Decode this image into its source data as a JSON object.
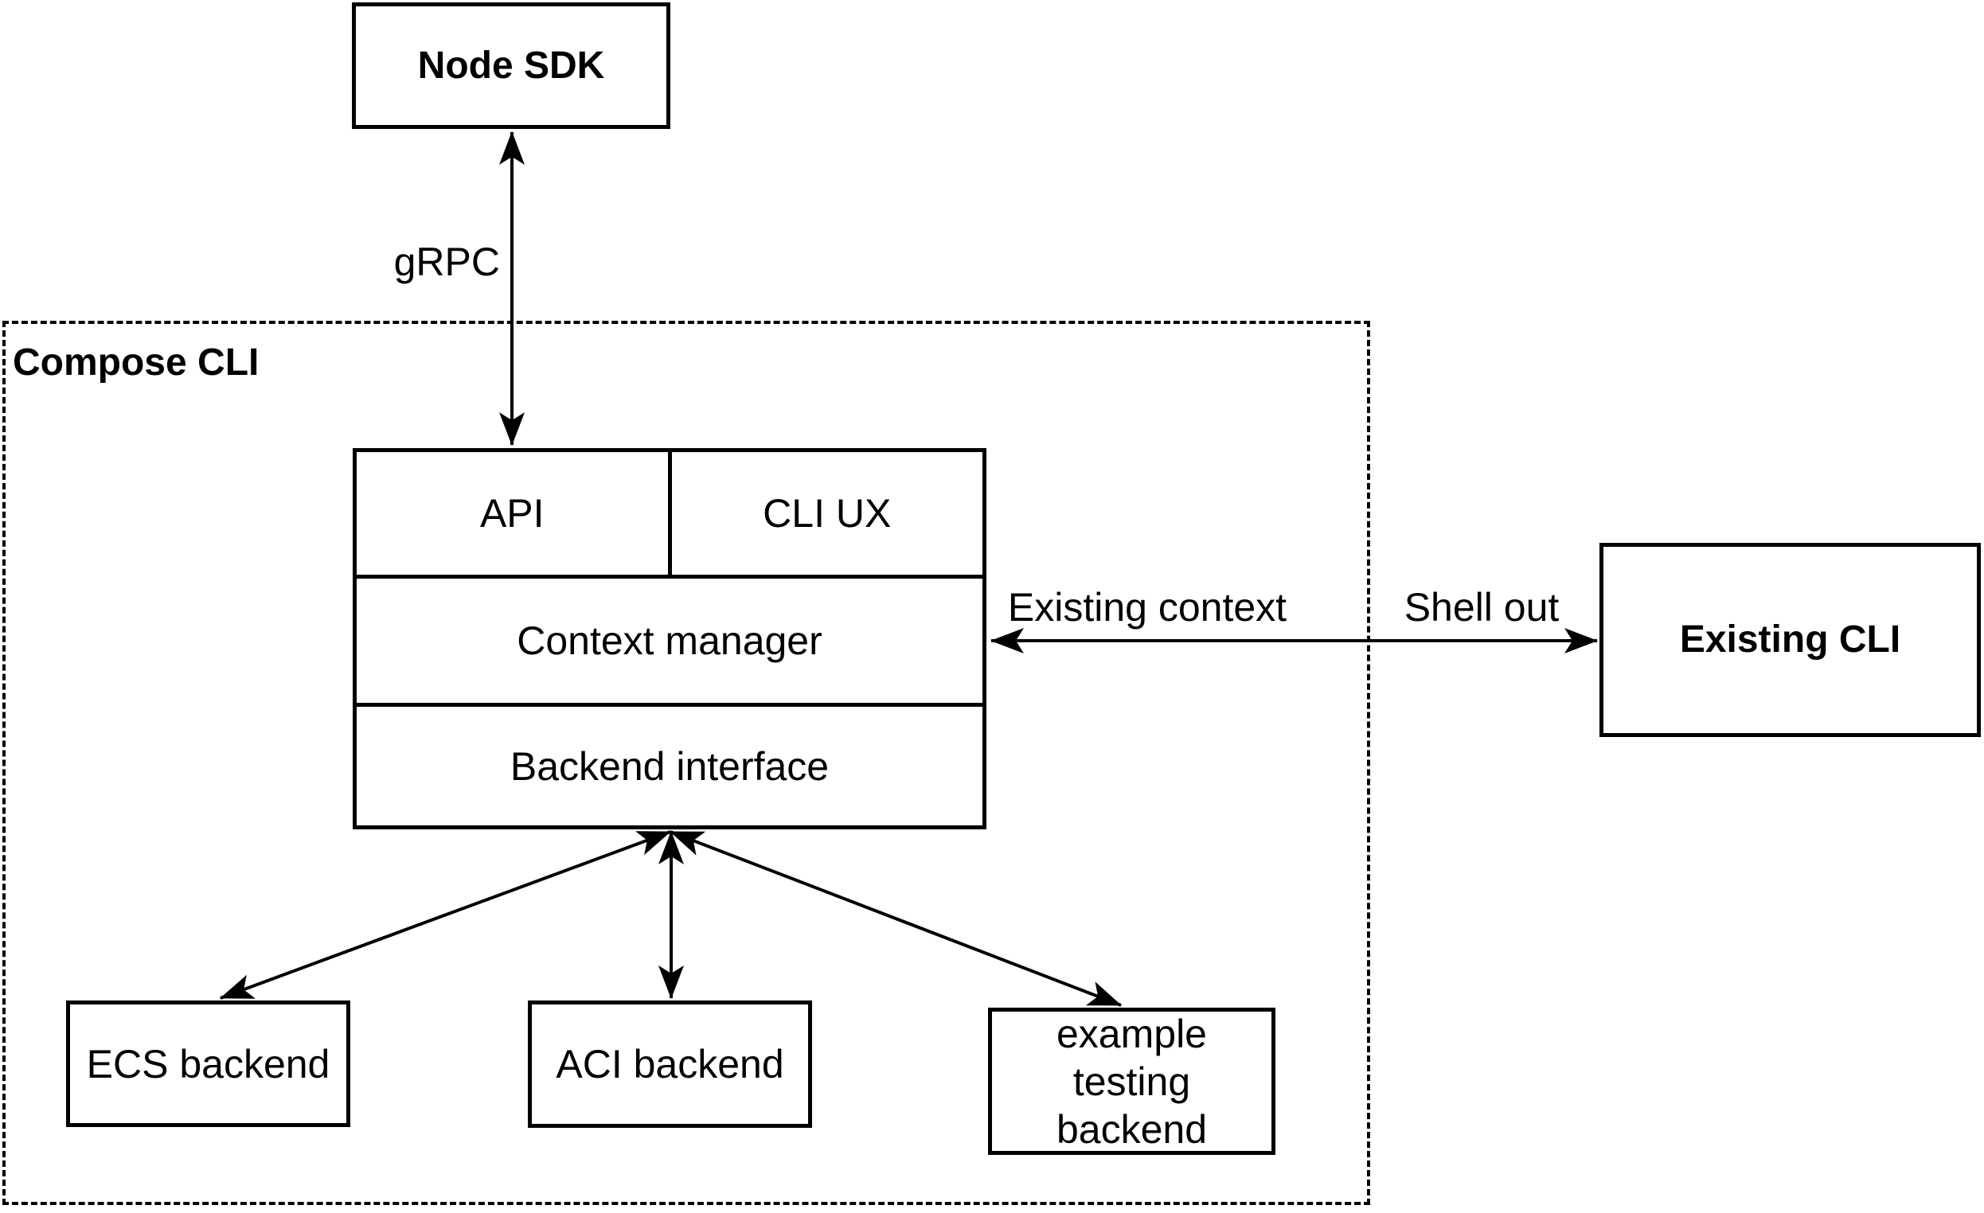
{
  "canvas": {
    "background": "#ffffff",
    "stroke_color": "#000000"
  },
  "nodes": {
    "node_sdk": {
      "label": "Node SDK"
    },
    "compose_cli_container": {
      "label": "Compose CLI"
    },
    "api": {
      "label": "API"
    },
    "cli_ux": {
      "label": "CLI UX"
    },
    "context_manager": {
      "label": "Context manager"
    },
    "backend_interface": {
      "label": "Backend interface"
    },
    "existing_cli": {
      "label": "Existing CLI"
    },
    "ecs_backend": {
      "label": "ECS backend"
    },
    "aci_backend": {
      "label": "ACI backend"
    },
    "example_testing_backend": {
      "label": "example testing backend"
    }
  },
  "edges": {
    "grpc": {
      "label": "gRPC",
      "from": "Node SDK",
      "to": "API",
      "direction": "bidirectional"
    },
    "existing_context": {
      "label": "Existing context",
      "from": "Context manager",
      "to": "Existing CLI",
      "direction": "bidirectional"
    },
    "shell_out": {
      "label": "Shell out",
      "from": "Context manager",
      "to": "Existing CLI",
      "direction": "bidirectional"
    },
    "backend_to_ecs": {
      "label": "",
      "from": "Backend interface",
      "to": "ECS backend",
      "direction": "bidirectional"
    },
    "backend_to_aci": {
      "label": "",
      "from": "Backend interface",
      "to": "ACI backend",
      "direction": "bidirectional"
    },
    "backend_to_example": {
      "label": "",
      "from": "Backend interface",
      "to": "example testing backend",
      "direction": "bidirectional"
    }
  }
}
